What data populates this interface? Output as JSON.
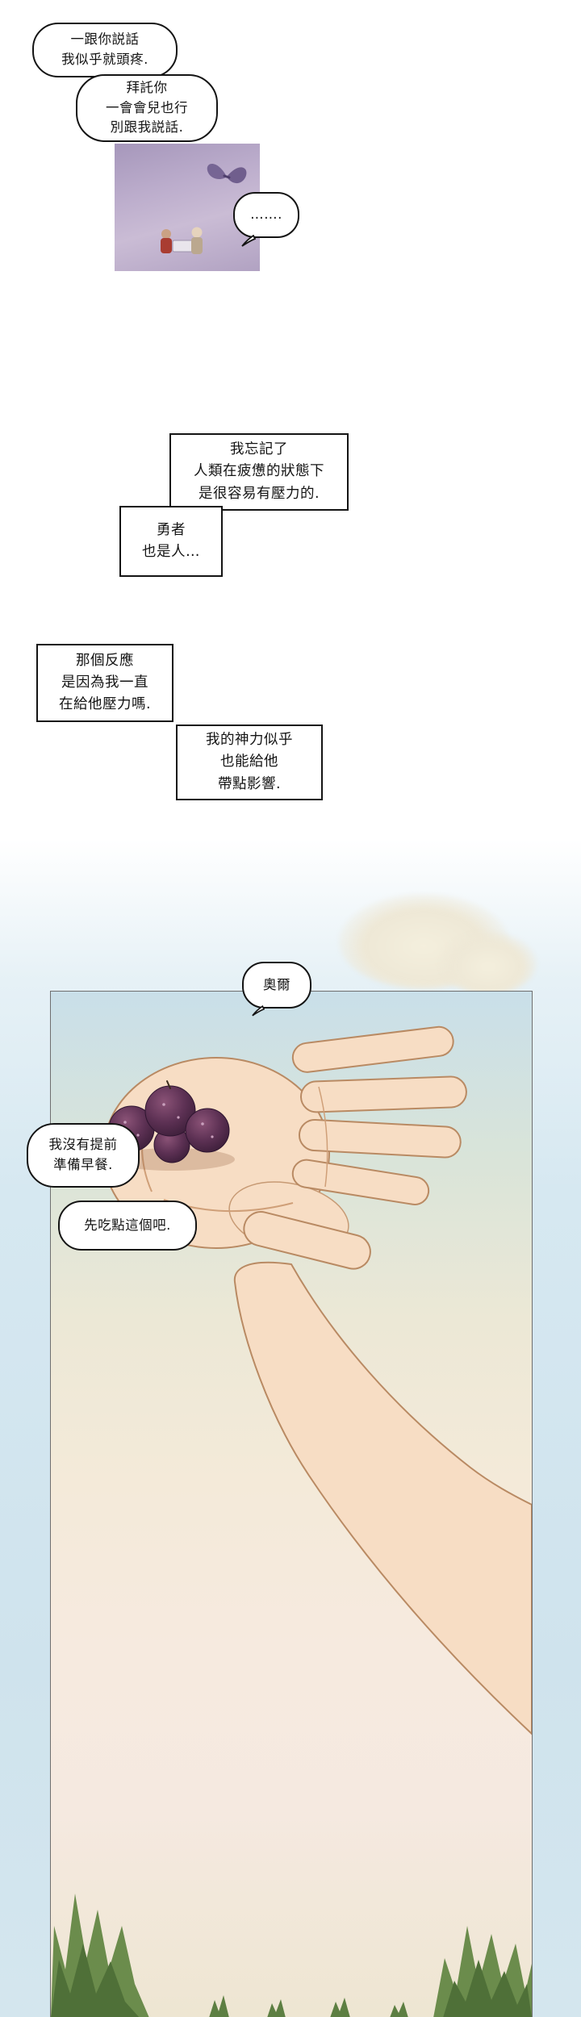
{
  "bubbles": {
    "b1": {
      "lines": [
        "一跟你説話",
        "我似乎就頭疼."
      ]
    },
    "b2": {
      "lines": [
        "拜託你",
        "一會會兒也行",
        "別跟我説話."
      ]
    },
    "ellipsis": {
      "text": "……."
    },
    "oer": {
      "text": "奧爾"
    },
    "breakfast": {
      "lines": [
        "我沒有提前",
        "準備早餐."
      ]
    },
    "eat": {
      "text": "先吃點這個吧."
    }
  },
  "captions": {
    "c1": {
      "lines": [
        "我忘記了",
        "人類在疲憊的狀態下",
        "是很容易有壓力的."
      ]
    },
    "c2": {
      "lines": [
        "勇者",
        "也是人…"
      ]
    },
    "c3": {
      "lines": [
        "那個反應",
        "是因為我一直",
        "在給他壓力嗎."
      ]
    },
    "c4": {
      "lines": [
        "我的神力似乎",
        "也能給他",
        "帶點影響."
      ]
    }
  },
  "colors": {
    "ink": "#141414",
    "panel_lavender": "#bcadcc",
    "butterfly": "#6f5d8e",
    "sky": "#cfe3ed",
    "cloud": "#f1ecdb",
    "skin": "#f7ddc4",
    "skin_outline": "#b98a63",
    "plum": "#5d3154",
    "grass": "#6b8c4c",
    "grass_dark": "#4f7038"
  }
}
